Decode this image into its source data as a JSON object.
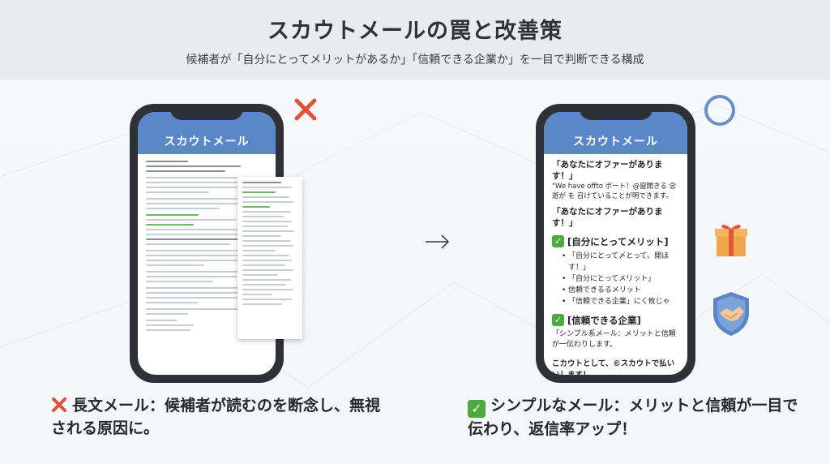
{
  "header": {
    "title": "スカウトメールの罠と改善策",
    "subtitle": "候補者が「自分にとってメリットがあるか」「信頼できる企業か」を一目で判断できる構成"
  },
  "left_phone": {
    "header": "スカウトメール"
  },
  "right_phone": {
    "header": "スカウトメール",
    "offer_line1": "「あなたにオファーがあります！」",
    "offer_line2": "\"We have offto ポート！@窗開きる 念遊が を 召けていることが明できます。",
    "offer_line3": "「あなたにオファーがあります！」",
    "section1_title": "[自分にとってメリット]",
    "section1_items": [
      "「自分にとって〆とって、開ほす！」",
      "「自分にとってメリット」",
      "信頼できるるメリット",
      "「信頼できる企業」にく攸じゃ"
    ],
    "section2_title": "[信頼できる企業]",
    "section2_text": "「シンプル系メール：メリットと信頼が一伝わりします。",
    "closing_text": "こカウトとして、©スカウトで払いいします！"
  },
  "captions": {
    "left": "長文メール：候補者が読むのを断念し、無視される原因に。",
    "right": "シンプルなメール：メリットと信頼が一目で伝わり、返信率アップ！"
  },
  "colors": {
    "accent_blue": "#5a87c8",
    "bad_red": "#e0523a",
    "good_green": "#4caa3e",
    "phone_frame": "#2e3236"
  },
  "icons": [
    "x-mark-icon",
    "circle-mark-icon",
    "arrow-right-icon",
    "check-icon",
    "gift-icon",
    "handshake-shield-icon"
  ]
}
